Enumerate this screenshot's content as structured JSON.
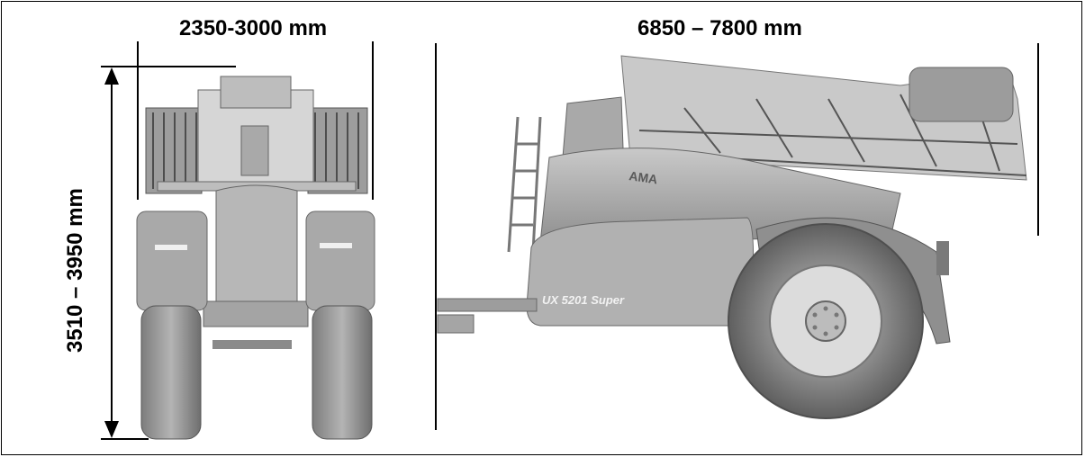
{
  "dimensions": {
    "width_label": "2350-3000 mm",
    "length_label": "6850 – 7800 mm",
    "height_label": "3510 – 3950 mm"
  },
  "machine": {
    "model_badge": "UX 5201 Super",
    "brand_partial": "AMA"
  }
}
